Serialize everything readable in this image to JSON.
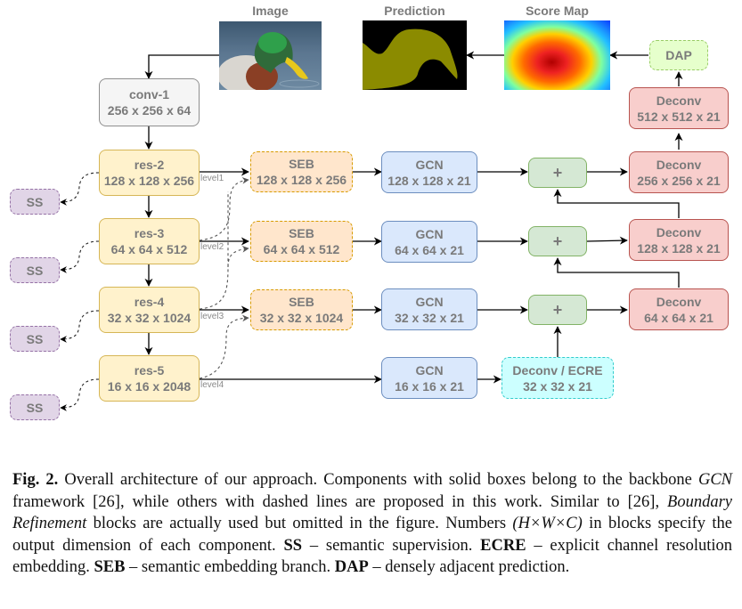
{
  "figure": {
    "image_labels": {
      "image": "Image",
      "prediction": "Prediction",
      "score_map": "Score Map"
    },
    "nodes": {
      "conv1": {
        "title": "conv-1",
        "dims": "256 x 256 x 64"
      },
      "res2": {
        "title": "res-2",
        "dims": "128 x 128 x 256"
      },
      "res3": {
        "title": "res-3",
        "dims": "64 x 64 x 512"
      },
      "res4": {
        "title": "res-4",
        "dims": "32 x 32 x 1024"
      },
      "res5": {
        "title": "res-5",
        "dims": "16 x 16 x 2048"
      },
      "seb1": {
        "title": "SEB",
        "dims": "128 x 128 x 256"
      },
      "seb2": {
        "title": "SEB",
        "dims": "64 x 64 x 512"
      },
      "seb3": {
        "title": "SEB",
        "dims": "32 x 32 x 1024"
      },
      "gcn1": {
        "title": "GCN",
        "dims": "128 x 128 x 21"
      },
      "gcn2": {
        "title": "GCN",
        "dims": "64 x 64 x 21"
      },
      "gcn3": {
        "title": "GCN",
        "dims": "32 x 32 x 21"
      },
      "gcn4": {
        "title": "GCN",
        "dims": "16 x 16 x 21"
      },
      "sum1": {
        "title": "+"
      },
      "sum2": {
        "title": "+"
      },
      "sum3": {
        "title": "+"
      },
      "ecre": {
        "title": "Deconv / ECRE",
        "dims": "32 x 32 x 21"
      },
      "deconv1": {
        "title": "Deconv",
        "dims": "512 x 512 x 21"
      },
      "deconv2": {
        "title": "Deconv",
        "dims": "256 x 256 x 21"
      },
      "deconv3": {
        "title": "Deconv",
        "dims": "128 x 128 x 21"
      },
      "deconv4": {
        "title": "Deconv",
        "dims": "64 x 64 x 21"
      },
      "dap": {
        "title": "DAP"
      },
      "ss1": {
        "title": "SS"
      },
      "ss2": {
        "title": "SS"
      },
      "ss3": {
        "title": "SS"
      },
      "ss4": {
        "title": "SS"
      }
    },
    "levels": [
      "level1",
      "level2",
      "level3",
      "level4"
    ],
    "colors": {
      "backbone_yellow": "#fff2cc",
      "seb_orange": "#ffe6cc",
      "gcn_blue": "#dae8fc",
      "sum_green": "#d5e8d4",
      "deconv_red": "#f8cecc",
      "ss_purple": "#e1d5e7",
      "ecre_cyan": "#ccffff",
      "dap_lime": "#e6ffcc",
      "prediction_olive": "#8b8b00"
    }
  },
  "caption": {
    "fig_label": "Fig. 2.",
    "s1": " Overall architecture of our approach. Components with solid boxes belong to the backbone ",
    "gcn_italic": "GCN",
    "s2": " framework [26], while others with dashed lines are proposed in this work. Similar to [26], ",
    "br_italic": "Boundary Refinement",
    "s3": " blocks are actually used but omitted in the figure. Numbers ",
    "hwc": "(H×W×C)",
    "s4": " in blocks specify the output dimension of each component. ",
    "ss_bold": "SS",
    "s5": " – semantic supervision. ",
    "ecre_bold": "ECRE",
    "s6": " – explicit channel resolution embedding. ",
    "seb_bold": "SEB",
    "s7": " – semantic embedding branch. ",
    "dap_bold": "DAP",
    "s8": " – densely adjacent prediction."
  }
}
